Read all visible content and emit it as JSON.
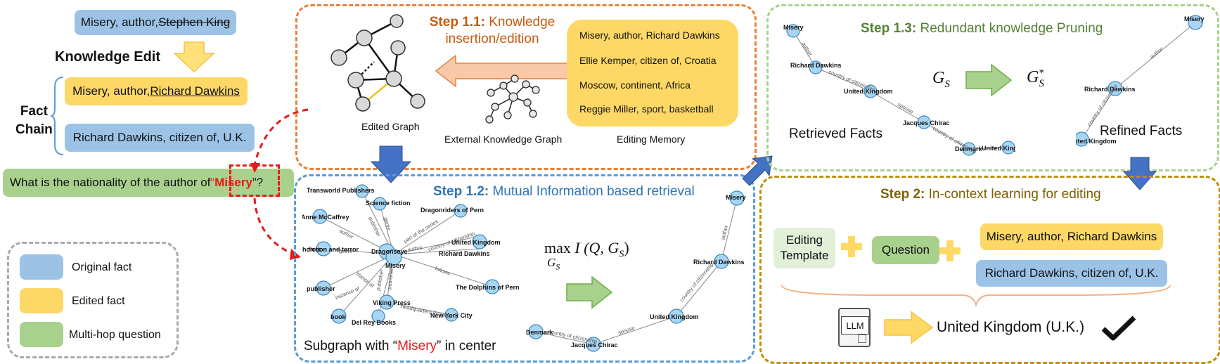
{
  "left": {
    "original_fact_text": "Misery, author, ",
    "original_fact_struck": "Stephen King",
    "knowledge_edit_title": "Knowledge Edit",
    "fact_chain_label_1": "Fact",
    "fact_chain_label_2": "Chain",
    "edited_fact_text": "Misery, author, ",
    "edited_fact_underlined": "Richard Dawkins",
    "chain_fact_2": "Richard Dawkins, citizen of, U.K.",
    "question_prefix": "What is the nationality of the author of ",
    "question_quote_open": "“",
    "question_keyword": "Misery",
    "question_quote_close": "”?"
  },
  "legend": {
    "original": "Original fact",
    "edited": "Edited fact",
    "multihop": "Multi-hop question"
  },
  "step11": {
    "title_bold": "Step 1.1:",
    "title_rest_1": " Knowledge",
    "title_rest_2": "insertion/edition",
    "edited_graph_label": "Edited Graph",
    "external_kg_label": "External Knowledge Graph",
    "editing_memory_label": "Editing Memory",
    "memory_items": [
      "Misery, author, Richard Dawkins",
      "Ellie Kemper, citizen of, Croatia",
      "Moscow, continent, Africa",
      "Reggie Miller, sport, basketball"
    ]
  },
  "step12": {
    "title_bold": "Step 1.2:",
    "title_rest": " Mutual Information based retrieval",
    "formula_max": "max",
    "formula_sub": "G",
    "formula_sub_s": "S",
    "formula_expr": "I (Q, G",
    "formula_expr_s": "S",
    "formula_close": ")",
    "caption_prefix": "Subgraph with “",
    "caption_keyword": "Misery",
    "caption_suffix": "” in center",
    "graph_nodes": [
      "Transworld Publishers",
      "Science fiction",
      "Dragonriders of Pern",
      "Anne McCaffrey",
      "Dragonseye",
      "Misery",
      "United Kingdom",
      "Richard Dawkins",
      "horror",
      "fiction and terror",
      "The Dolphins of Pern",
      "publisher",
      "Viking Press",
      "book",
      "Del Rey Books",
      "New York City"
    ],
    "graph_edges": [
      "publisher",
      "genre",
      "part of the series",
      "author",
      "genre",
      "follows",
      "author",
      "country of citizenship",
      "instance of",
      "publisher",
      "publisher",
      "headquarters location",
      "stance of"
    ],
    "path_nodes": [
      "Misery",
      "Richard Dawkins",
      "United Kingdom",
      "Jacques Chirac",
      "Denmark"
    ],
    "path_edges": [
      "author",
      "country of citizenship",
      "spouse",
      "country of citizenship"
    ]
  },
  "step13": {
    "title_bold": "Step 1.3:",
    "title_rest": " Redundant knowledge Pruning",
    "gs": "G",
    "gs_sub": "S",
    "gs_star": "G",
    "gs_star_sub": "S",
    "gs_star_sup": "*",
    "retrieved_label": "Retrieved Facts",
    "refined_label": "Refined Facts",
    "retrieved_nodes": [
      "Misery",
      "Richard Dawkins",
      "United Kingdom",
      "Jacques Chirac",
      "Denmark",
      "United Kingdom"
    ],
    "retrieved_edges": [
      "author",
      "country of citizenship",
      "spouse",
      "country of citizenship"
    ],
    "refined_nodes": [
      "Misery",
      "Richard Dawkins",
      "United Kingdom"
    ],
    "refined_edges": [
      "author",
      "country of citizenship"
    ]
  },
  "step2": {
    "title_bold": "Step 2:",
    "title_rest": " In-context learning for editing",
    "template_1": "Editing",
    "template_2": "Template",
    "question": "Question",
    "fact_1": "Misery, author, Richard Dawkins",
    "fact_2": "Richard Dawkins, citizen of, U.K.",
    "llm": "LLM",
    "answer": "United Kingdom (U.K.)"
  },
  "colors": {
    "orange": "#e8823a",
    "green_border": "#a9d18e",
    "blue_border": "#5b9bd5",
    "gold_border": "#bf9000",
    "step11_title": "#c55a11",
    "step12_title": "#2e75b6",
    "step13_title": "#548235",
    "step2_title": "#7f6000",
    "red": "#e41b1b"
  }
}
